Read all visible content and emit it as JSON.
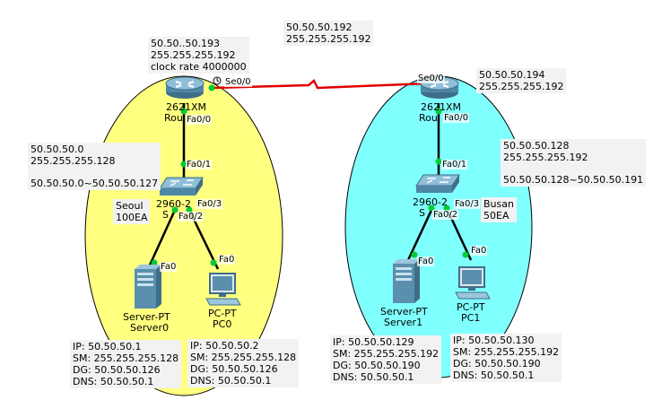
{
  "link_note": {
    "line1": "50.50.50.192",
    "line2": "255.255.255.192"
  },
  "left": {
    "router_note": {
      "line1": "50.50..50.193",
      "line2": "255.255.255.192",
      "line3": "clock rate 4000000"
    },
    "router": {
      "model": "2621XM",
      "name": "Rou",
      "serial_port": "Se0/0",
      "lan_port": "Fa0/0"
    },
    "switch": {
      "model": "2960-2",
      "name": "S",
      "uplink_port": "Fa0/1",
      "port_a": "Fa0/3",
      "port_b": "Fa0/2"
    },
    "lan_note": {
      "line1": "50.50.50.0",
      "line2": "255.255.255.128",
      "line3": "50.50.50.0~50.50.50.127"
    },
    "site_note": {
      "line1": "Seoul",
      "line2": "100EA"
    },
    "server": {
      "type": "Server-PT",
      "name": "Server0",
      "port": "Fa0"
    },
    "pc": {
      "type": "PC-PT",
      "name": "PC0",
      "port": "Fa0"
    },
    "server_info": {
      "ip": "IP: 50.50.50.1",
      "sm": "SM: 255.255.255.128",
      "dg": "DG: 50.50.50.126",
      "dns": "DNS: 50.50.50.1"
    },
    "pc_info": {
      "ip": "IP: 50.50.50.2",
      "sm": "SM: 255.255.255.128",
      "dg": "DG: 50.50.50.126",
      "dns": "DNS: 50.50.50.1"
    }
  },
  "right": {
    "router_note": {
      "line1": "50.50.50.194",
      "line2": "255.255.255.192"
    },
    "router": {
      "model": "2621XM",
      "name": "Rou",
      "serial_port": "Se0/0",
      "lan_port": "Fa0/0"
    },
    "switch": {
      "model": "2960-2",
      "name": "S",
      "uplink_port": "Fa0/1",
      "port_a": "Fa0/3",
      "port_b": "Fa0/2"
    },
    "lan_note": {
      "line1": "50.50.50.128",
      "line2": "255.255.255.192",
      "line3": "50.50.50.128~50.50.50.191"
    },
    "site_note": {
      "line1": "Busan",
      "line2": "50EA"
    },
    "server": {
      "type": "Server-PT",
      "name": "Server1",
      "port": "Fa0"
    },
    "pc": {
      "type": "PC-PT",
      "name": "PC1",
      "port": "Fa0"
    },
    "server_info": {
      "ip": "IP: 50.50.50.129",
      "sm": "SM: 255.255.255.192",
      "dg": "DG: 50.50.50.190",
      "dns": "DNS: 50.50.50.1"
    },
    "pc_info": {
      "ip": "IP: 50.50.50.130",
      "sm": "SM: 255.255.255.192",
      "dg": "DG: 50.50.50.190",
      "dns": "DNS: 50.50.50.1"
    }
  },
  "colors": {
    "left_area": "#ffff80",
    "right_area": "#80ffff",
    "serial_link": "#e00000",
    "ethernet_link": "#000000",
    "port_ok": "#00cc33"
  }
}
